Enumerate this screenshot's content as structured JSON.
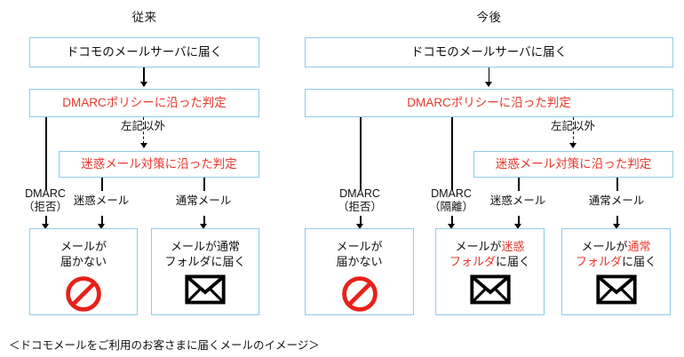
{
  "figure": {
    "caption": "＜ドコモメールをご利用のお客さまに届くメールのイメージ＞",
    "colors": {
      "box_border": "#8ecbe8",
      "accent_red": "#e8382c",
      "text": "#111111",
      "background": "#ffffff"
    }
  },
  "panels": [
    {
      "title": "従来",
      "boxes": {
        "server": "ドコモのメールサーバに届く",
        "dmarc_policy": "DMARCポリシーに沿った判定",
        "spam_policy": "迷惑メール対策に沿った判定"
      },
      "edge_labels": {
        "otherwise": "左記以外",
        "dmarc_reject": "DMARC\n（拒否）",
        "dmarc_reject_line1": "DMARC",
        "dmarc_reject_line2": "（拒否）",
        "spam_mail": "迷惑メール",
        "normal_mail": "通常メール"
      },
      "outcomes": [
        {
          "name": "not-delivered",
          "line1_plain": "メールが",
          "line1_hl": "",
          "line2_plain": "届かない",
          "line2_hl": "",
          "icon": "prohibited-icon"
        },
        {
          "name": "normal-folder",
          "line1_plain": "メールが通常",
          "line1_hl": "",
          "line2_plain": "フォルダに届く",
          "line2_hl": "",
          "icon": "envelope-icon"
        }
      ]
    },
    {
      "title": "今後",
      "boxes": {
        "server": "ドコモのメールサーバに届く",
        "dmarc_policy": "DMARCポリシーに沿った判定",
        "spam_policy": "迷惑メール対策に沿った判定"
      },
      "edge_labels": {
        "otherwise": "左記以外",
        "dmarc_reject_line1": "DMARC",
        "dmarc_reject_line2": "（拒否）",
        "dmarc_quarantine_line1": "DMARC",
        "dmarc_quarantine_line2": "（隔離）",
        "spam_mail": "迷惑メール",
        "normal_mail": "通常メール"
      },
      "outcomes": [
        {
          "name": "not-delivered",
          "line1_plain": "メールが",
          "line1_hl": "",
          "line2_plain": "届かない",
          "line2_hl": "",
          "icon": "prohibited-icon"
        },
        {
          "name": "spam-folder",
          "line1_plain": "メールが",
          "line1_hl": "迷惑",
          "line2_plain": "に届く",
          "line2_hl": "フォルダ",
          "icon": "envelope-icon"
        },
        {
          "name": "normal-folder",
          "line1_plain": "メールが",
          "line1_hl": "通常",
          "line2_plain": "に届く",
          "line2_hl": "フォルダ",
          "icon": "envelope-icon"
        }
      ]
    }
  ]
}
